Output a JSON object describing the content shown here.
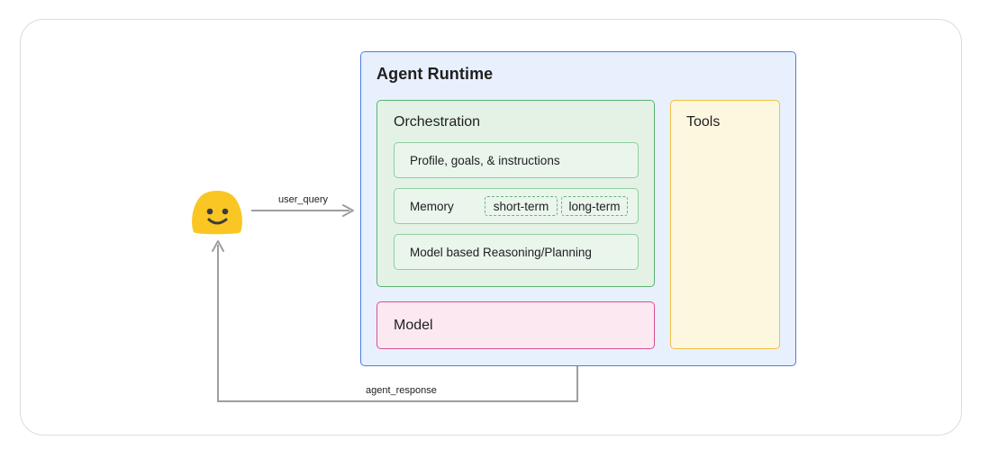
{
  "diagram": {
    "runtime_title": "Agent Runtime",
    "orchestration": {
      "title": "Orchestration",
      "items": {
        "profile": "Profile, goals, & instructions",
        "memory": "Memory",
        "memory_short": "short-term",
        "memory_long": "long-term",
        "reasoning": "Model based Reasoning/Planning"
      }
    },
    "model_label": "Model",
    "tools_label": "Tools",
    "edges": {
      "query": "user_query",
      "response": "agent_response"
    },
    "user_icon": "smiley-face-icon"
  },
  "colors": {
    "runtime_fill": "#e8f0fe",
    "runtime_border": "#4a7fe0",
    "orchestration_fill": "#e4f2e6",
    "orchestration_border": "#5cb370",
    "model_fill": "#fce8f1",
    "model_border": "#d8508f",
    "tools_fill": "#fef7e0",
    "tools_border": "#f0c040",
    "arrow": "#9e9e9e",
    "face": "#f9c623"
  }
}
